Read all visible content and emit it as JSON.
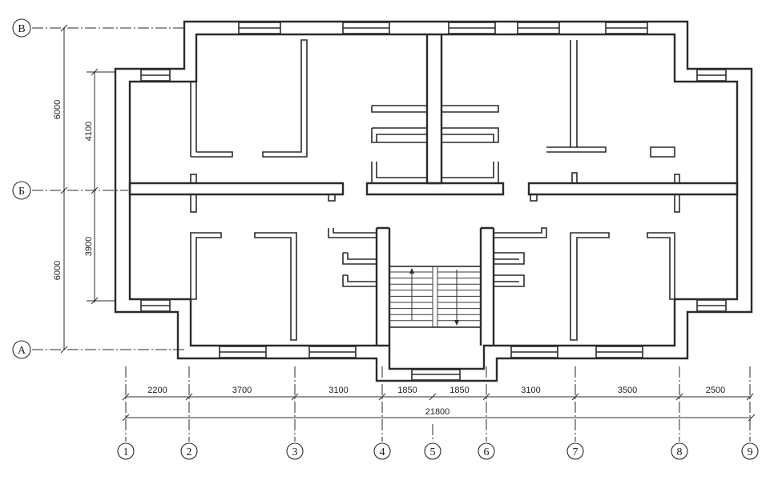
{
  "drawing": {
    "row_axes": [
      {
        "id": "row-axis-v",
        "label": "В"
      },
      {
        "id": "row-axis-b",
        "label": "Б"
      },
      {
        "id": "row-axis-a",
        "label": "А"
      }
    ],
    "column_axes": [
      "1",
      "2",
      "3",
      "4",
      "5",
      "6",
      "7",
      "8",
      "9"
    ],
    "horizontal_dimensions": [
      "2200",
      "3700",
      "3100",
      "1850",
      "1850",
      "3100",
      "3500",
      "2500"
    ],
    "total_dimension": "21800",
    "vertical_dimensions_outer": [
      "6000",
      "6000"
    ],
    "vertical_dimensions_inner": [
      "4100",
      "3900"
    ]
  }
}
